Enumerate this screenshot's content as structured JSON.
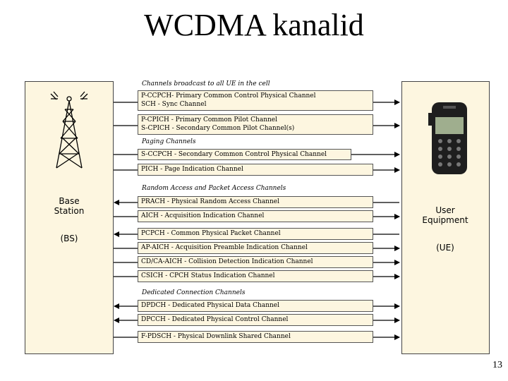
{
  "title": "WCDMA kanalid",
  "page_number": "13",
  "base_station": {
    "line1": "Base",
    "line2": "Station",
    "abbr": "(BS)"
  },
  "user_equipment": {
    "line1": "User",
    "line2": "Equipment",
    "abbr": "(UE)"
  },
  "sections": {
    "broadcast": "Channels broadcast to all UE in the cell",
    "paging": "Paging Channels",
    "random_access": "Random Access and Packet Access Channels",
    "dedicated": "Dedicated Connection Channels"
  },
  "channels": {
    "pccpch": {
      "line1": "P-CCPCH- Primary Common Control Physical Channel",
      "line2": "SCH - Sync Channel"
    },
    "cpich": {
      "line1": "P-CPICH - Primary Common Pilot Channel",
      "line2": "S-CPICH - Secondary Common Pilot Channel(s)"
    },
    "sccpch": "S-CCPCH - Secondary Common Control Physical Channel",
    "pich": "PICH - Page Indication Channel",
    "prach": "PRACH - Physical Random Access Channel",
    "aich": "AICH - Acquisition Indication Channel",
    "pcpch": "PCPCH - Common Physical Packet Channel",
    "apaich": "AP-AICH - Acquisition Preamble Indication Channel",
    "cdcaich": "CD/CA-AICH - Collision Detection Indication Channel",
    "csich": "CSICH - CPCH Status Indication Channel",
    "dpdch": "DPDCH - Dedicated Physical Data Channel",
    "dpcch": "DPCCH - Dedicated Physical Control Channel",
    "pdsch": "F-PDSCH - Physical Downlink Shared Channel"
  },
  "colors": {
    "panel": "#fdf6e0",
    "line": "#000000"
  }
}
